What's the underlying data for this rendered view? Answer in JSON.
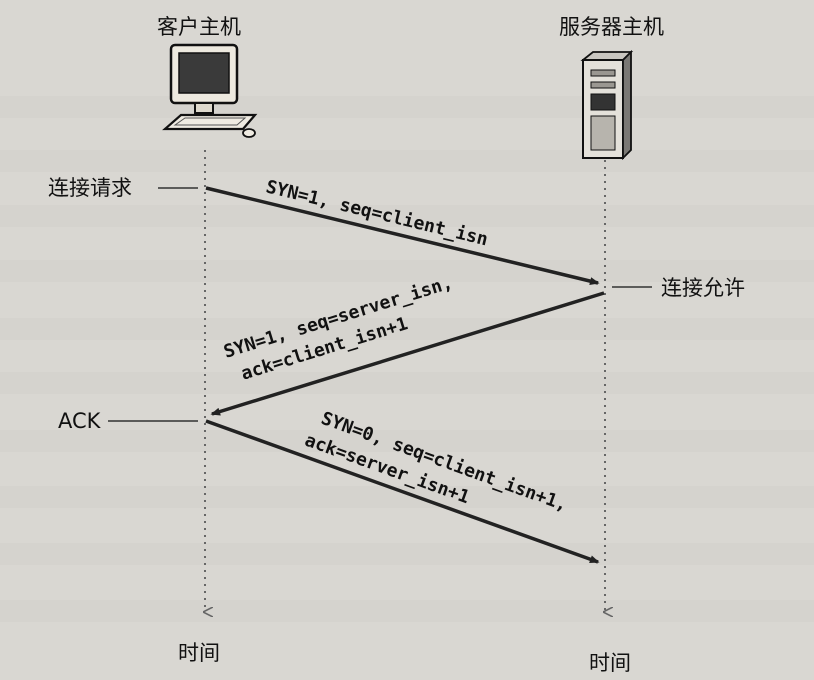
{
  "hosts": {
    "client": "客户主机",
    "server": "服务器主机"
  },
  "events": {
    "connection_request": "连接请求",
    "connection_granted": "连接允许",
    "ack": "ACK"
  },
  "messages": {
    "syn": [
      "SYN=1, seq=client_isn"
    ],
    "synack": [
      "SYN=1, seq=server_isn,",
      "ack=client_isn+1"
    ],
    "ack": [
      "SYN=0, seq=client_isn+1,",
      "ack=server_isn+1"
    ]
  },
  "time_labels": {
    "client": "时间",
    "server": "时间"
  },
  "icons": {
    "client": "desktop-computer-icon",
    "server": "server-tower-icon"
  }
}
